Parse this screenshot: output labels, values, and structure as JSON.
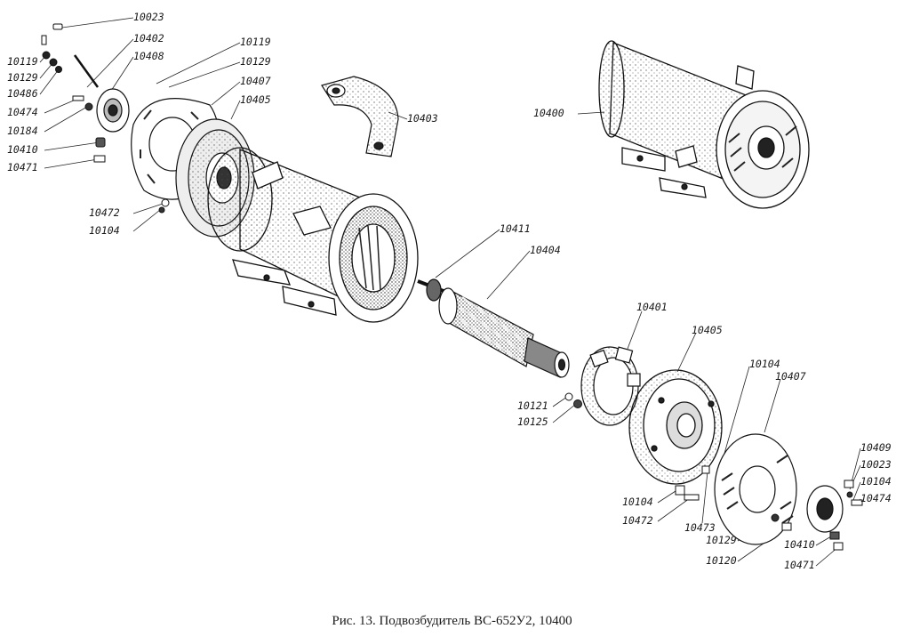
{
  "caption": "Рис. 13. Подвозбудитель ВС-652У2, 10400",
  "part_labels": [
    "10023",
    "10402",
    "10119",
    "10129",
    "10408",
    "10486",
    "10474",
    "10184",
    "10410",
    "10471",
    "10119",
    "10129",
    "10407",
    "10405",
    "10403",
    "10472",
    "10104",
    "10400",
    "10411",
    "10404",
    "10401",
    "10405",
    "10104",
    "10407",
    "10121",
    "10125",
    "10409",
    "10023",
    "10104",
    "10474",
    "10104",
    "10472",
    "10473",
    "10129",
    "10120",
    "10410",
    "10471"
  ]
}
